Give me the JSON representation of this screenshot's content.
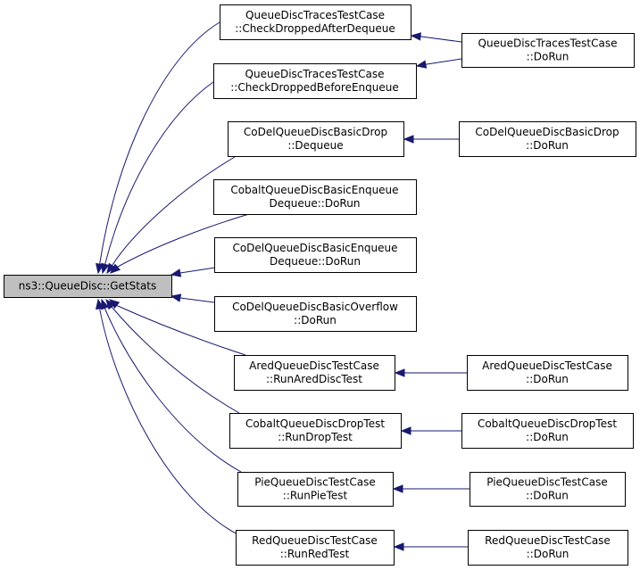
{
  "diagram": {
    "type": "call-graph",
    "root": "ns3::QueueDisc::GetStats",
    "nodes": [
      {
        "id": "root",
        "lines": [
          "ns3::QueueDisc::GetStats"
        ]
      },
      {
        "id": "traces_after",
        "lines": [
          "QueueDiscTracesTestCase",
          "::CheckDroppedAfterDequeue"
        ]
      },
      {
        "id": "traces_before",
        "lines": [
          "QueueDiscTracesTestCase",
          "::CheckDroppedBeforeEnqueue"
        ]
      },
      {
        "id": "traces_dorun",
        "lines": [
          "QueueDiscTracesTestCase",
          "::DoRun"
        ]
      },
      {
        "id": "codel_drop",
        "lines": [
          "CoDelQueueDiscBasicDrop",
          "::Dequeue"
        ]
      },
      {
        "id": "codel_drop_dorun",
        "lines": [
          "CoDelQueueDiscBasicDrop",
          "::DoRun"
        ]
      },
      {
        "id": "cobalt_enq",
        "lines": [
          "CobaltQueueDiscBasicEnqueue",
          "Dequeue::DoRun"
        ]
      },
      {
        "id": "codel_enq",
        "lines": [
          "CoDelQueueDiscBasicEnqueue",
          "Dequeue::DoRun"
        ]
      },
      {
        "id": "codel_overflow",
        "lines": [
          "CoDelQueueDiscBasicOverflow",
          "::DoRun"
        ]
      },
      {
        "id": "ared_run",
        "lines": [
          "AredQueueDiscTestCase",
          "::RunAredDiscTest"
        ]
      },
      {
        "id": "ared_dorun",
        "lines": [
          "AredQueueDiscTestCase",
          "::DoRun"
        ]
      },
      {
        "id": "cobalt_drop_run",
        "lines": [
          "CobaltQueueDiscDropTest",
          "::RunDropTest"
        ]
      },
      {
        "id": "cobalt_drop_dorun",
        "lines": [
          "CobaltQueueDiscDropTest",
          "::DoRun"
        ]
      },
      {
        "id": "pie_run",
        "lines": [
          "PieQueueDiscTestCase",
          "::RunPieTest"
        ]
      },
      {
        "id": "pie_dorun",
        "lines": [
          "PieQueueDiscTestCase",
          "::DoRun"
        ]
      },
      {
        "id": "red_run",
        "lines": [
          "RedQueueDiscTestCase",
          "::RunRedTest"
        ]
      },
      {
        "id": "red_dorun",
        "lines": [
          "RedQueueDiscTestCase",
          "::DoRun"
        ]
      }
    ],
    "edges": [
      {
        "from": "traces_after",
        "to": "root"
      },
      {
        "from": "traces_before",
        "to": "root"
      },
      {
        "from": "codel_drop",
        "to": "root"
      },
      {
        "from": "cobalt_enq",
        "to": "root"
      },
      {
        "from": "codel_enq",
        "to": "root"
      },
      {
        "from": "codel_overflow",
        "to": "root"
      },
      {
        "from": "ared_run",
        "to": "root"
      },
      {
        "from": "cobalt_drop_run",
        "to": "root"
      },
      {
        "from": "pie_run",
        "to": "root"
      },
      {
        "from": "red_run",
        "to": "root"
      },
      {
        "from": "traces_dorun",
        "to": "traces_after"
      },
      {
        "from": "traces_dorun",
        "to": "traces_before"
      },
      {
        "from": "codel_drop_dorun",
        "to": "codel_drop"
      },
      {
        "from": "ared_dorun",
        "to": "ared_run"
      },
      {
        "from": "cobalt_drop_dorun",
        "to": "cobalt_drop_run"
      },
      {
        "from": "pie_dorun",
        "to": "pie_run"
      },
      {
        "from": "red_dorun",
        "to": "red_run"
      }
    ],
    "colors": {
      "edge": "#191970",
      "root_fill": "#bfbfbf",
      "node_fill": "#ffffff",
      "border": "#000000"
    }
  }
}
